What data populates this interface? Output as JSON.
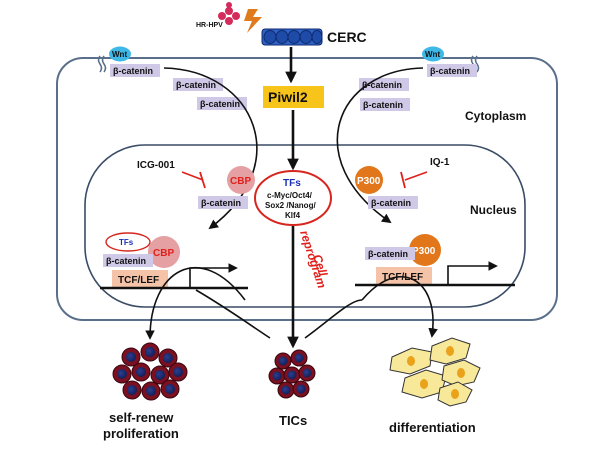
{
  "top": {
    "virus_label": "HR-HPV",
    "cerc_label": "CERC"
  },
  "compartments": {
    "cytoplasm": "Cytoplasm",
    "nucleus": "Nucleus"
  },
  "pathway": {
    "piwil2": "Piwil2",
    "tfs_title": "TFs",
    "tfs_lines": [
      "c-Myc/Oct4/",
      "Sox2 /Nanog/",
      "Klf4"
    ],
    "cell_reprogram": [
      "Cell",
      "reprogram"
    ]
  },
  "proteins": {
    "wnt": "Wnt",
    "beta_catenin": "β-catenin",
    "cbp": "CBP",
    "p300": "P300",
    "tcf_lef": "TCF/LEF",
    "tfs_small": "TFs"
  },
  "drugs": {
    "left": "ICG-001",
    "right": "IQ-1"
  },
  "outcomes": {
    "left_line1": "self-renew",
    "left_line2": "proliferation",
    "middle": "TICs",
    "right": "differentiation"
  },
  "colors": {
    "membrane": "#5a6f8a",
    "beta_catenin_box": "#cfc8e6",
    "piwil2_box": "#f7c51a",
    "cbp": "#e4a0a3",
    "p300": "#e2761b",
    "tcf_lef_box": "#f5c4a8",
    "wnt": "#3eb8e6",
    "cerc_cell": "#1f4ba8",
    "tic_cell": "#7a1020",
    "diff_cell": "#f8e89a",
    "virus": "#d42a5c",
    "inhibitor": "#e0201b"
  }
}
